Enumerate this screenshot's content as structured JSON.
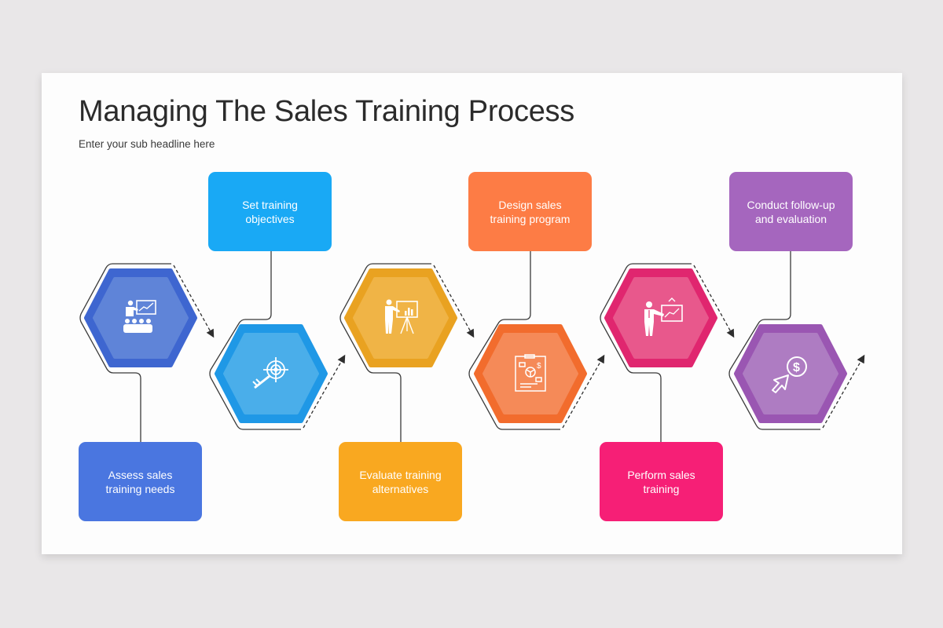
{
  "header": {
    "title": "Managing The Sales Training Process",
    "subtitle": "Enter your sub headline here"
  },
  "steps": [
    {
      "label": "Assess sales\ntraining needs",
      "icon": "presentation-audience-icon",
      "color": "#4a76e0",
      "hex_outer": "#3e66d0",
      "hex_inner": "#5f84d8",
      "position": "bottom"
    },
    {
      "label": "Set training\nobjectives",
      "icon": "key-target-icon",
      "color": "#19a9f5",
      "hex_outer": "#1f98e6",
      "hex_inner": "#4aaeea",
      "position": "top"
    },
    {
      "label": "Evaluate training\nalternatives",
      "icon": "presenter-chart-icon",
      "color": "#f9a820",
      "hex_outer": "#e9a221",
      "hex_inner": "#f0b446",
      "position": "bottom"
    },
    {
      "label": "Design sales\ntraining program",
      "icon": "document-plan-icon",
      "color": "#fd7c45",
      "hex_outer": "#f26c2d",
      "hex_inner": "#f58a58",
      "position": "top"
    },
    {
      "label": "Perform sales\ntraining",
      "icon": "presenter-growth-icon",
      "color": "#f61f76",
      "hex_outer": "#e0266f",
      "hex_inner": "#e8588c",
      "position": "bottom"
    },
    {
      "label": "Conduct follow-up\nand evaluation",
      "icon": "dollar-click-icon",
      "color": "#a566be",
      "hex_outer": "#9a56b2",
      "hex_inner": "#ae7cc2",
      "position": "top"
    }
  ],
  "connector_color": "#3a3a3a"
}
